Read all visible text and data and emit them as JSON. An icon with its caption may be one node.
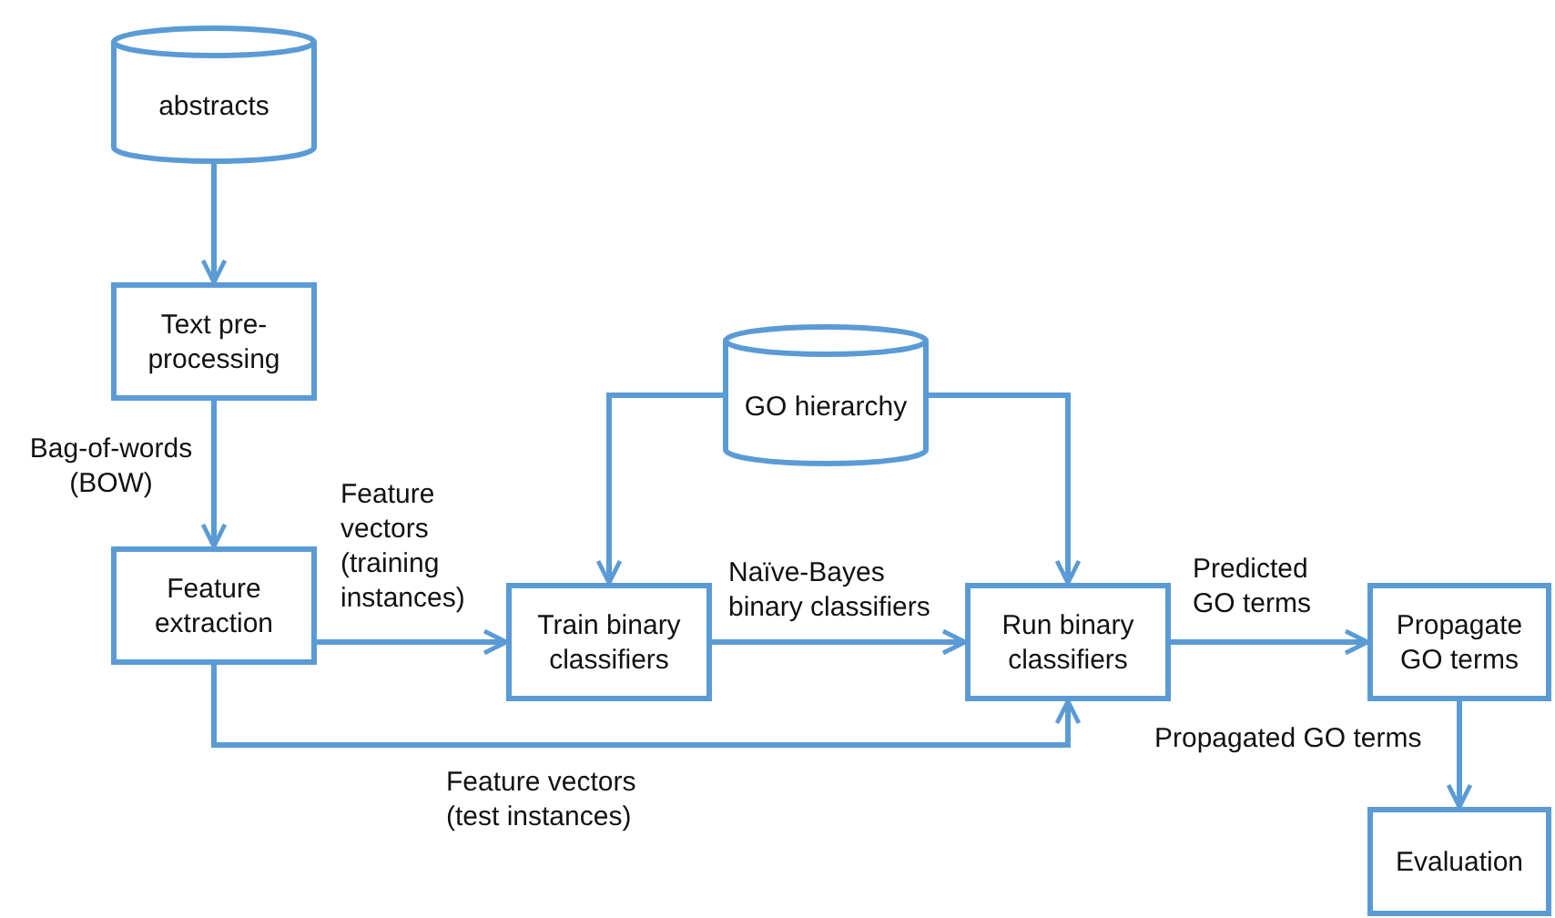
{
  "diagram": {
    "nodes": [
      {
        "text": [
          "abstracts"
        ]
      },
      {
        "text": [
          "Text pre-processing"
        ]
      },
      {
        "text": [
          "Feature extraction"
        ]
      },
      {
        "text": [
          "Train binary classifiers"
        ]
      },
      {
        "text": [
          "GO hierarchy"
        ]
      },
      {
        "text": [
          "Run binary classifiers"
        ]
      },
      {
        "text": [
          "Propagate GO terms"
        ]
      },
      {
        "text": [
          "Evaluation"
        ]
      }
    ],
    "edges": [
      {
        "from": 0,
        "to": 1,
        "arrow": "to"
      },
      {
        "from": 1,
        "to": 2,
        "arrow": "to",
        "label": "Bag-of-words (BOW)"
      },
      {
        "from": 2,
        "to": 3,
        "arrow": "to",
        "label": "Feature vectors (training instances)"
      },
      {
        "from": 2,
        "to": 5,
        "arrow": "to",
        "label": "Feature vectors (test instances)"
      },
      {
        "from": 4,
        "to": 3,
        "arrow": "to"
      },
      {
        "from": 4,
        "to": 5,
        "arrow": "to"
      },
      {
        "from": 3,
        "to": 5,
        "arrow": "to",
        "label": "Naïve-Bayes binary classifiers"
      },
      {
        "from": 5,
        "to": 6,
        "arrow": "to",
        "label": "Predicted GO terms"
      },
      {
        "from": 6,
        "to": 7,
        "arrow": "to",
        "label": "Propagated GO terms"
      }
    ]
  }
}
